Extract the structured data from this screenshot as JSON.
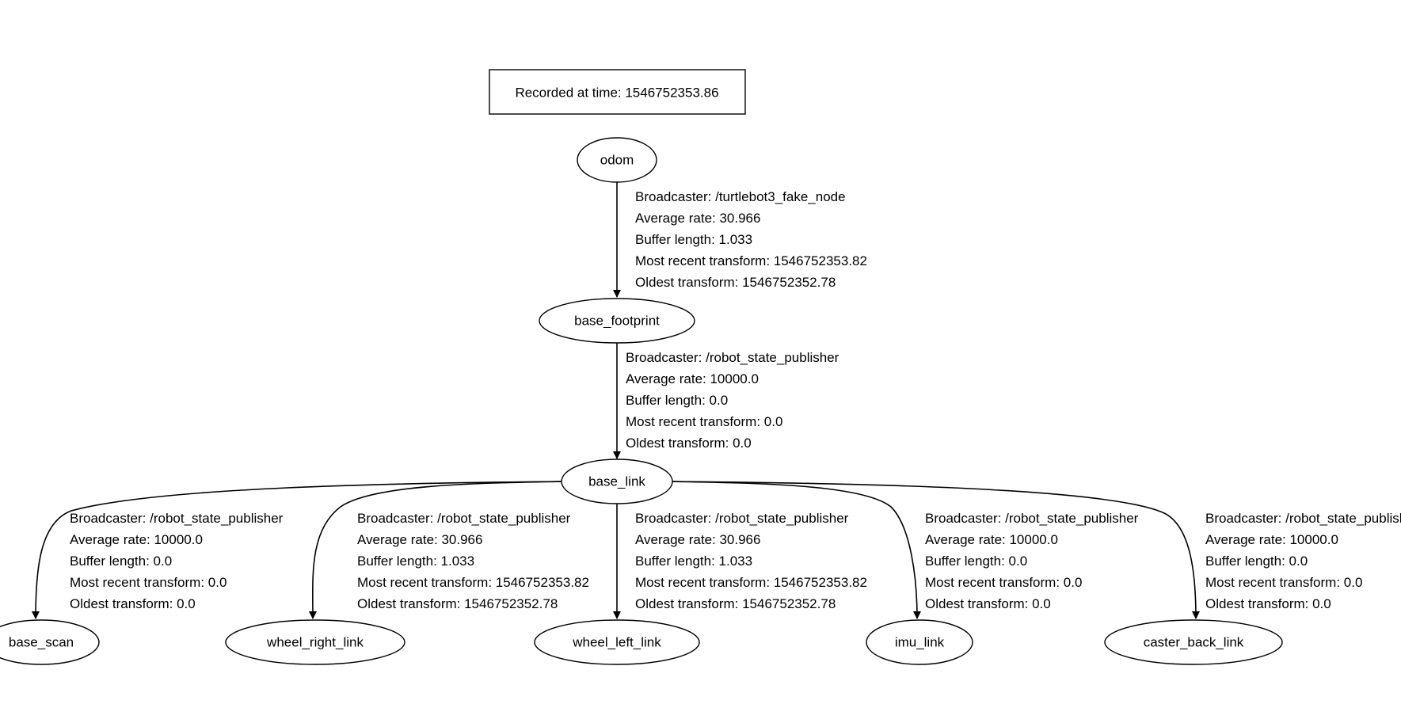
{
  "header": {
    "recorded_label": "Recorded at time: 1546752353.86"
  },
  "nodes": {
    "odom": "odom",
    "base_footprint": "base_footprint",
    "base_link": "base_link",
    "base_scan": "base_scan",
    "wheel_right_link": "wheel_right_link",
    "wheel_left_link": "wheel_left_link",
    "imu_link": "imu_link",
    "caster_back_link": "caster_back_link"
  },
  "edges": {
    "odom_to_base_footprint": [
      "Broadcaster: /turtlebot3_fake_node",
      "Average rate: 30.966",
      "Buffer length: 1.033",
      "Most recent transform: 1546752353.82",
      "Oldest transform: 1546752352.78"
    ],
    "base_footprint_to_base_link": [
      "Broadcaster: /robot_state_publisher",
      "Average rate: 10000.0",
      "Buffer length: 0.0",
      "Most recent transform: 0.0",
      "Oldest transform: 0.0"
    ],
    "base_link_to_base_scan": [
      "Broadcaster: /robot_state_publisher",
      "Average rate: 10000.0",
      "Buffer length: 0.0",
      "Most recent transform: 0.0",
      "Oldest transform: 0.0"
    ],
    "base_link_to_wheel_right_link": [
      "Broadcaster: /robot_state_publisher",
      "Average rate: 30.966",
      "Buffer length: 1.033",
      "Most recent transform: 1546752353.82",
      "Oldest transform: 1546752352.78"
    ],
    "base_link_to_wheel_left_link": [
      "Broadcaster: /robot_state_publisher",
      "Average rate: 30.966",
      "Buffer length: 1.033",
      "Most recent transform: 1546752353.82",
      "Oldest transform: 1546752352.78"
    ],
    "base_link_to_imu_link": [
      "Broadcaster: /robot_state_publisher",
      "Average rate: 10000.0",
      "Buffer length: 0.0",
      "Most recent transform: 0.0",
      "Oldest transform: 0.0"
    ],
    "base_link_to_caster_back_link": [
      "Broadcaster: /robot_state_publisher",
      "Average rate: 10000.0",
      "Buffer length: 0.0",
      "Most recent transform: 0.0",
      "Oldest transform: 0.0"
    ]
  },
  "colors": {
    "stroke": "#000000",
    "fill": "#ffffff",
    "background": "#ffffff"
  }
}
